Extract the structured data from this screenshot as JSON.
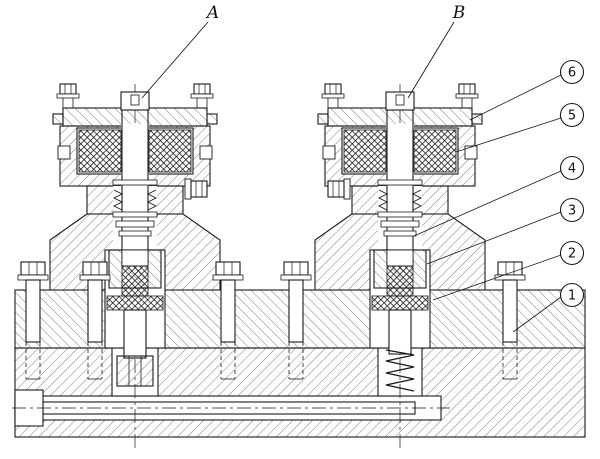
{
  "page": {
    "background": "#ffffff",
    "line_color": "#1a1a1a"
  },
  "drawing": {
    "part_labels": [
      {
        "id": "a",
        "text": "A"
      },
      {
        "id": "b",
        "text": "B"
      }
    ],
    "callouts": [
      {
        "number": "6"
      },
      {
        "number": "5"
      },
      {
        "number": "4"
      },
      {
        "number": "3"
      },
      {
        "number": "2"
      },
      {
        "number": "1"
      }
    ]
  }
}
